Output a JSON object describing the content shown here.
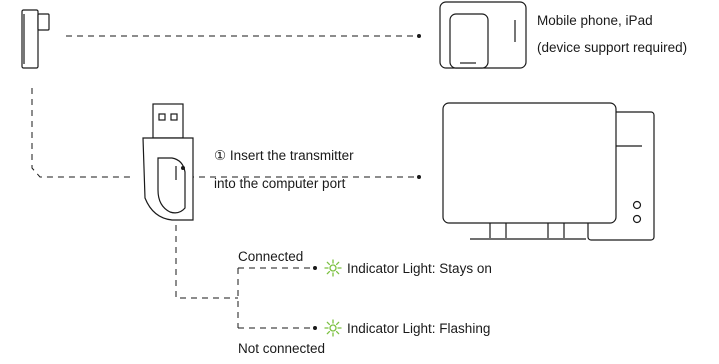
{
  "mobile_label": {
    "line1": "Mobile phone, iPad",
    "line2": "(device support required)"
  },
  "step_label": {
    "line1": "① Insert the transmitter",
    "line2": "into the computer port"
  },
  "status": {
    "connected": "Connected",
    "connected_light": "Indicator Light: Stays on",
    "not_connected": "Not connected",
    "not_connected_light": "Indicator Light: Flashing"
  },
  "colors": {
    "line": "#1a1a1a",
    "indicator": "#7cc142"
  },
  "icons": {
    "usbc_adapter": "usb-c-adapter-icon",
    "usb_transmitter": "usb-transmitter-icon",
    "devices": "phone-tablet-icon",
    "computer": "desktop-computer-icon",
    "light": "indicator-light-icon"
  }
}
